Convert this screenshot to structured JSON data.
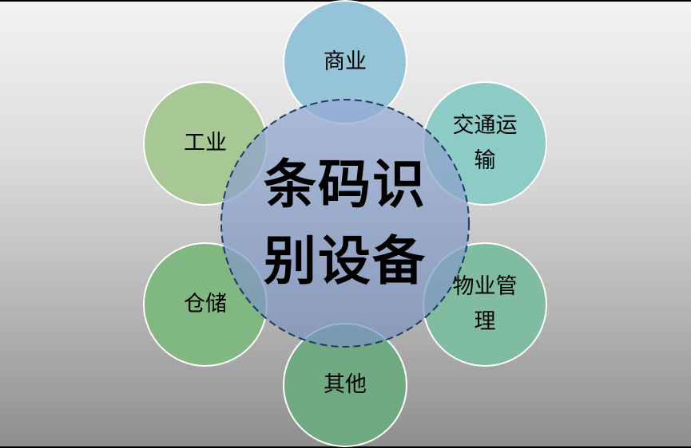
{
  "center": {
    "label_line1": "条码识",
    "label_line2": "别设备",
    "fill": "#8ba3cf",
    "stroke": "#1f3864"
  },
  "nodes": [
    {
      "id": "commerce",
      "line1": "商业",
      "line2": "",
      "fill": "#93c3d7"
    },
    {
      "id": "transport",
      "line1": "交通运",
      "line2": "输",
      "fill": "#8ccbc6"
    },
    {
      "id": "property",
      "line1": "物业管",
      "line2": "理",
      "fill": "#80bfa3"
    },
    {
      "id": "other",
      "line1": "其他",
      "line2": "",
      "fill": "#72ac84"
    },
    {
      "id": "warehouse",
      "line1": "仓储",
      "line2": "",
      "fill": "#82b882"
    },
    {
      "id": "industry",
      "line1": "工业",
      "line2": "",
      "fill": "#a6c893"
    }
  ]
}
